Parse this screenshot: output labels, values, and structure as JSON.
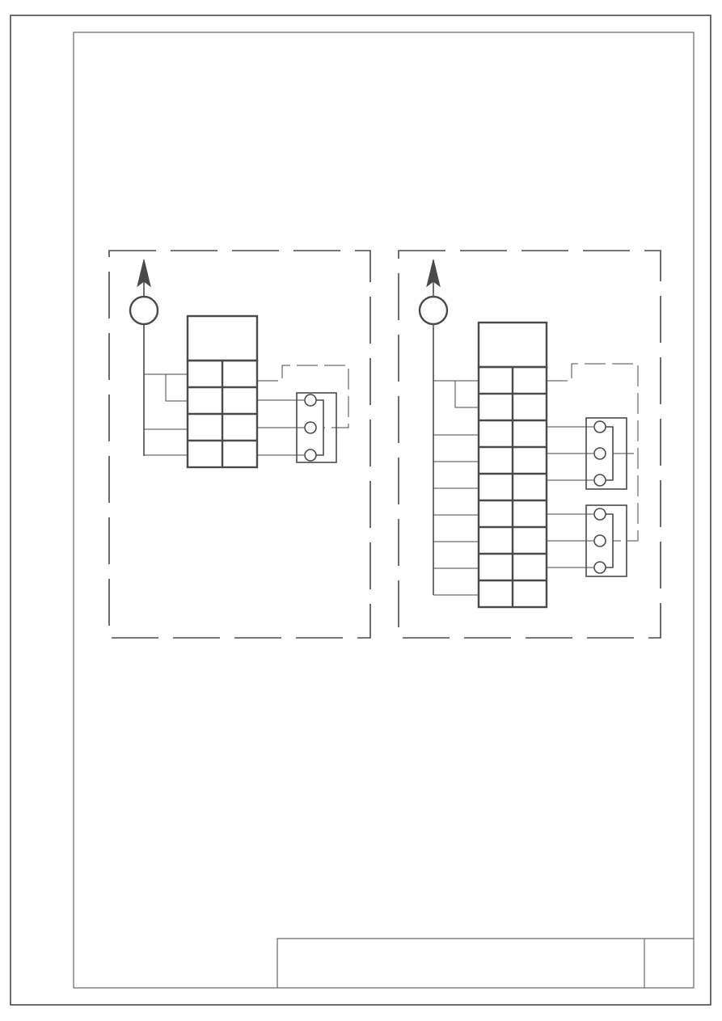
{
  "sheet": {
    "title_block": {
      "title": "",
      "sheet_number": ""
    }
  },
  "diagrams": [
    {
      "id": "panel-left",
      "terminal_block_rows": 4,
      "terminal_groups": 1,
      "terminals_per_group": 3
    },
    {
      "id": "panel-right",
      "terminal_block_rows": 9,
      "terminal_groups": 2,
      "terminals_per_group": 3
    }
  ],
  "colors": {
    "line": "#4a4a4a",
    "background": "#ffffff"
  }
}
